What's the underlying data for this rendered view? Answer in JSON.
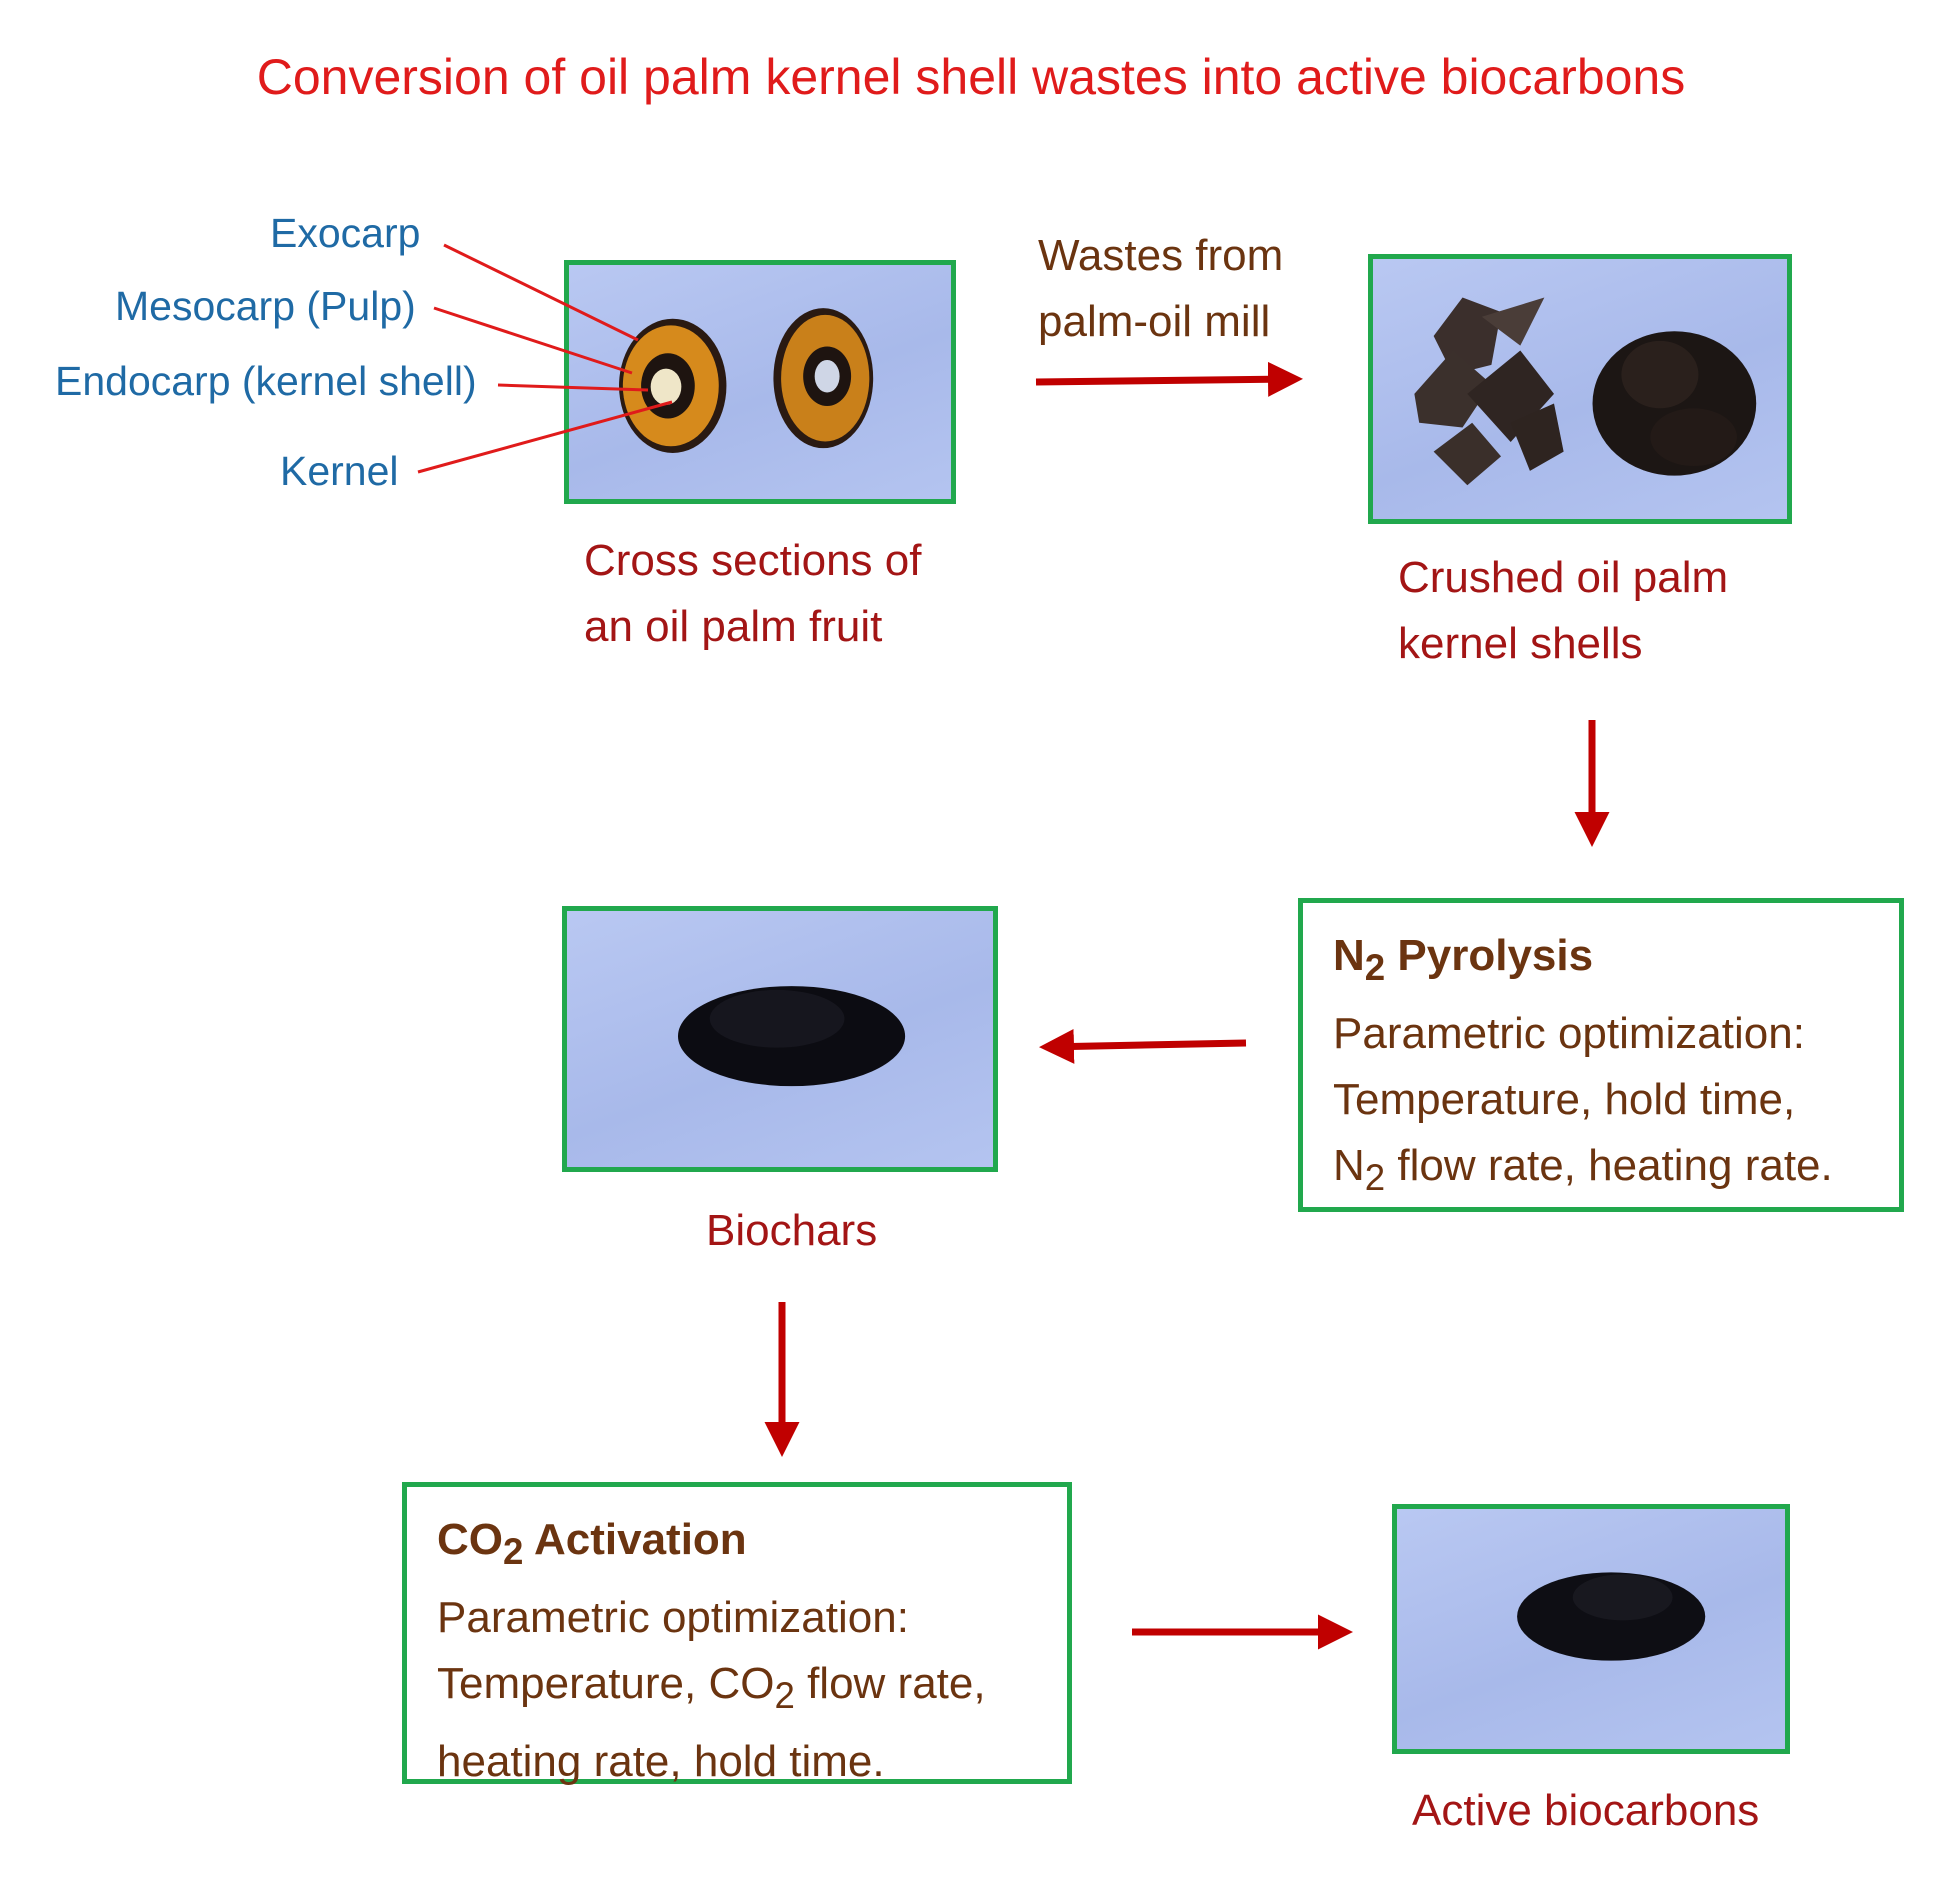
{
  "title": "Conversion of oil palm kernel shell wastes into active biocarbons",
  "fruit_labels": {
    "exocarp": "Exocarp",
    "mesocarp": "Mesocarp (Pulp)",
    "endocarp": "Endocarp (kernel shell)",
    "kernel": "Kernel"
  },
  "captions": {
    "fruit": [
      "Cross sections of",
      "an oil palm fruit"
    ],
    "waste": [
      "Wastes from",
      "palm-oil mill"
    ],
    "crushed": [
      "Crushed oil palm",
      "kernel shells"
    ],
    "biochars": "Biochars",
    "active": "Active biocarbons"
  },
  "pyrolysis": {
    "title_prefix": "N",
    "title_sub": "2",
    "title_suffix": " Pyrolysis",
    "line1": "Parametric optimization:",
    "line2": "Temperature, hold time,",
    "line3_prefix": "N",
    "line3_sub": "2",
    "line3_suffix": " flow rate, heating rate."
  },
  "activation": {
    "title_prefix": "CO",
    "title_sub": "2",
    "title_suffix": " Activation",
    "line1": "Parametric optimization:",
    "line2_prefix": "Temperature, CO",
    "line2_sub": "2",
    "line2_suffix": " flow rate,",
    "line3": "heating rate, hold time."
  },
  "colors": {
    "title": "#e01b1b",
    "label_blue": "#1f6aa5",
    "caption_maroon": "#a31515",
    "box_text_brown": "#6b3410",
    "frame_green": "#21a84d",
    "arrow_red": "#c00000"
  }
}
